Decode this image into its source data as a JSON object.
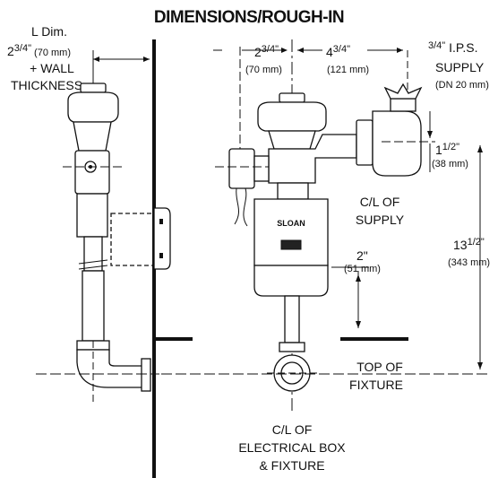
{
  "title": "DIMENSIONS/ROUGH-IN",
  "left_view": {
    "l_dim": "L Dim.",
    "dim_whole": "2",
    "dim_frac": "3/4\"",
    "dim_mm": " (70 mm)",
    "wall_line1": "+ WALL",
    "wall_line2": "THICKNESS"
  },
  "right_view": {
    "dim_a_whole": "2",
    "dim_a_frac": "3/4\"",
    "dim_a_mm": "(70 mm)",
    "dim_b_whole": "4",
    "dim_b_frac": "3/4\"",
    "dim_b_mm": "(121 mm)",
    "supply_frac": "3/4\"",
    "supply_ips": " I.P.S.",
    "supply_word": "SUPPLY",
    "supply_mm": "(DN 20 mm)",
    "dim_c_whole": "1",
    "dim_c_frac": "1/2\"",
    "dim_c_mm": "(38 mm)",
    "cl_supply_1": "C/L OF",
    "cl_supply_2": "SUPPLY",
    "dim_d_whole": "13",
    "dim_d_frac": "1/2\"",
    "dim_d_mm": "(343 mm)",
    "dim_e": "2\"",
    "dim_e_mm": "(51 mm)",
    "top_fixture_1": "TOP OF",
    "top_fixture_2": "FIXTURE",
    "cl_elec_1": "C/L OF",
    "cl_elec_2": "ELECTRICAL BOX",
    "cl_elec_3": "& FIXTURE",
    "brand": "SLOAN"
  }
}
